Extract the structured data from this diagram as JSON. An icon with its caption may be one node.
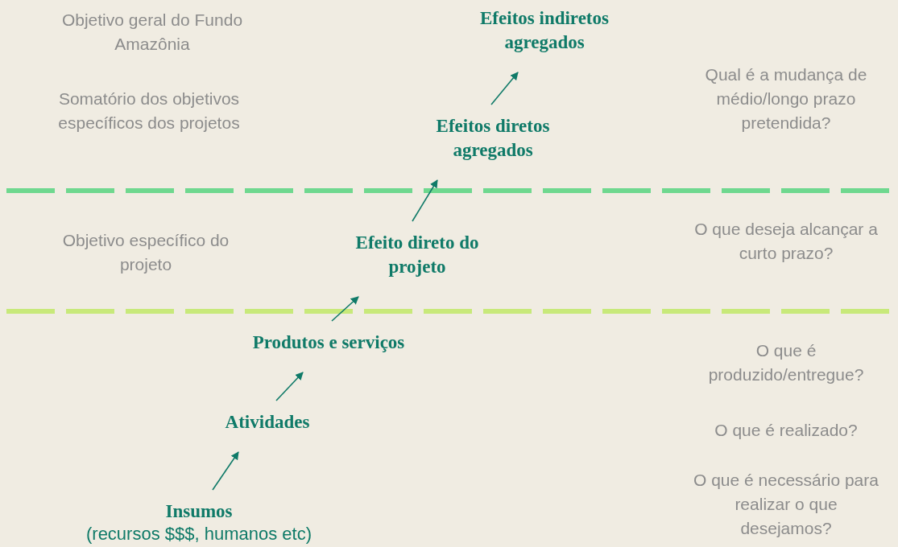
{
  "diagram": {
    "nodes": [
      {
        "text": [
          "Efeitos indiretos agregados"
        ]
      },
      {
        "text": [
          "Efeitos diretos agregados"
        ]
      },
      {
        "text": [
          "Efeito direto do projeto"
        ]
      },
      {
        "text": [
          "Produtos e serviços"
        ]
      },
      {
        "text": [
          "Atividades"
        ]
      },
      {
        "text": [
          "Insumos",
          "(recursos $$$, humanos etc)"
        ]
      }
    ],
    "edges": [
      {
        "from": 5,
        "to": 4,
        "arrow": "to"
      },
      {
        "from": 4,
        "to": 3,
        "arrow": "to"
      },
      {
        "from": 3,
        "to": 2,
        "arrow": "to"
      },
      {
        "from": 2,
        "to": 1,
        "arrow": "to"
      },
      {
        "from": 1,
        "to": 0,
        "arrow": "to"
      }
    ],
    "labels": [
      "Objetivo geral do Fundo Amazônia",
      "Qual é a mudança de médio/longo prazo pretendida?",
      "Somatório dos objetivos específicos dos projetos",
      "Objetivo específico do projeto",
      "O que deseja alcançar a curto prazo?",
      "O que é produzido/entregue?",
      "O que é realizado?",
      "O que é necessário para realizar o que desejamos?"
    ]
  }
}
